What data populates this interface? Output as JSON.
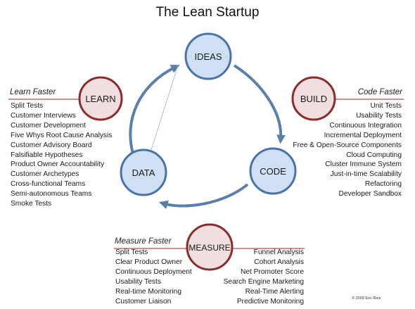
{
  "title": "The Lean Startup",
  "colors": {
    "blue_fill": "#cfe0f5",
    "blue_stroke": "#4b72a6",
    "red_fill": "#f1dede",
    "red_stroke": "#8b2b2b",
    "arrow": "#5a7fad",
    "rule": "#8b2b2b"
  },
  "nodes": {
    "ideas": "IDEAS",
    "code": "CODE",
    "data": "DATA",
    "learn": "LEARN",
    "build": "BUILD",
    "measure": "MEASURE"
  },
  "learn_faster": {
    "heading": "Learn Faster",
    "items": [
      "Split Tests",
      "Customer Interviews",
      "Customer Development",
      "Five Whys Root Cause Analysis",
      "Customer Advisory Board",
      "Falsifiable Hypotheses",
      "Product Owner Accountability",
      "Customer Archetypes",
      "Cross-functional Teams",
      "Semi-autonomous Teams",
      "Smoke Tests"
    ]
  },
  "code_faster": {
    "heading": "Code Faster",
    "items": [
      "Unit Tests",
      "Usability Tests",
      "Continuous Integration",
      "Incremental Deployment",
      "Free & Open-Source Components",
      "Cloud Computing",
      "Cluster Immune System",
      "Just-in-time Scalability",
      "Refactoring",
      "Developer Sandbox"
    ]
  },
  "measure_faster": {
    "heading": "Measure Faster",
    "left_items": [
      "Split Tests",
      "Clear Product Owner",
      "Continuous Deployment",
      "Usability Tests",
      "Real-time Monitoring",
      "Customer Liaison"
    ],
    "right_items": [
      "Funnel Analysis",
      "Cohort Analysis",
      "Net Promoter Score",
      "Search Engine Marketing",
      "Real-Time Alerting",
      "Predictive Monitoring"
    ]
  },
  "copyright": "© 2009 Eric Ries"
}
